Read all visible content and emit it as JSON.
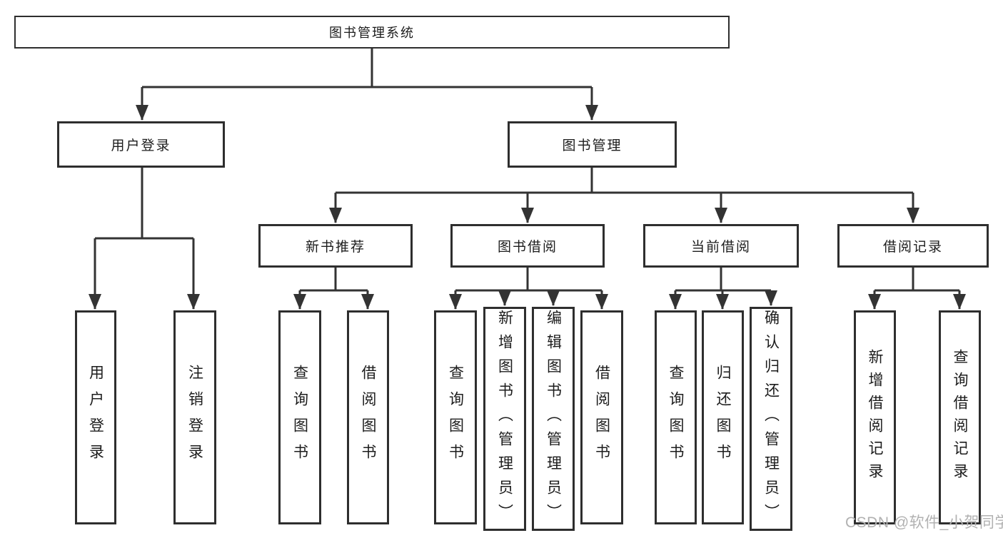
{
  "title": {
    "label": "图书管理系统"
  },
  "nodes": {
    "user_login": {
      "label": "用户登录",
      "children": {
        "login": "用户登录",
        "logout": "注销登录"
      }
    },
    "book_mgmt": {
      "label": "图书管理"
    },
    "new_books": {
      "label": "新书推荐",
      "children": {
        "query": "查询图书",
        "borrow": "借阅图书"
      }
    },
    "book_borrow": {
      "label": "图书借阅",
      "children": {
        "query": "查询图书",
        "add": "新增图书（管理员）",
        "edit": "编辑图书（管理员）",
        "borrow": "借阅图书"
      }
    },
    "current_borrow": {
      "label": "当前借阅",
      "children": {
        "query": "查询图书",
        "return": "归还图书",
        "confirm": "确认归还（管理员）"
      }
    },
    "borrow_records": {
      "label": "借阅记录",
      "children": {
        "add": "新增借阅记录",
        "query": "查询借阅记录"
      }
    }
  },
  "watermark": {
    "text": "CSDN @软件_小贺同学"
  },
  "colors": {
    "line": "#333333",
    "box_border": "#2e2e2e",
    "text": "#1c1c1c",
    "watermark": "#b1b1b1"
  }
}
